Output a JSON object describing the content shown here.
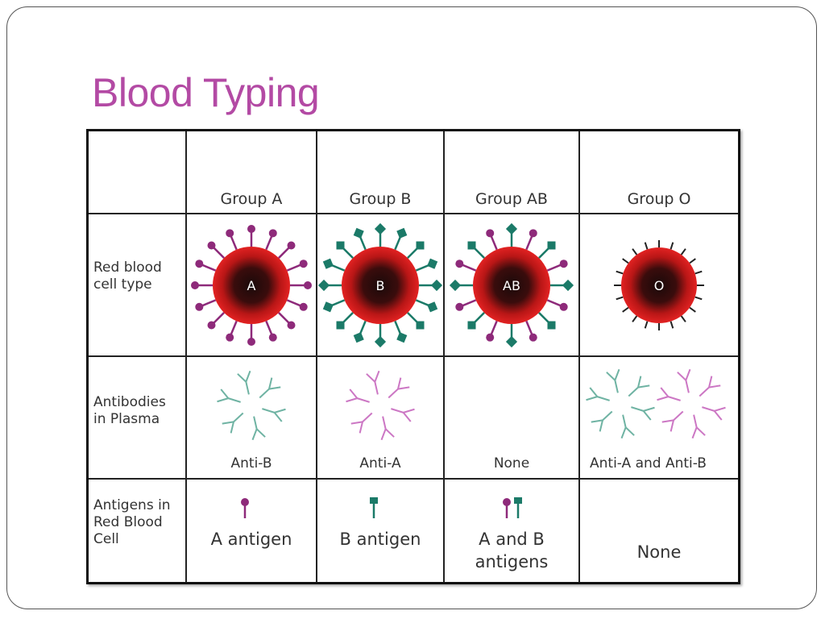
{
  "slide": {
    "title": "Blood Typing",
    "title_color": "#b34aa4"
  },
  "table": {
    "columns": [
      "Group A",
      "Group B",
      "Group AB",
      "Group O"
    ],
    "row_headers": {
      "cell_type": "Red blood\ncell type",
      "antibodies": "Antibodies\nin Plasma",
      "antigens": "Antigens in\nRed Blood\nCell"
    },
    "cells": {
      "group_a": {
        "cell_letter": "A",
        "antibodies": "Anti-B",
        "antigens": "A antigen"
      },
      "group_b": {
        "cell_letter": "B",
        "antibodies": "Anti-A",
        "antigens": "B antigen"
      },
      "group_ab": {
        "cell_letter": "AB",
        "antibodies": "None",
        "antigens": "A and B\nantigens"
      },
      "group_o": {
        "cell_letter": "O",
        "antibodies": "Anti-A and Anti-B",
        "antigens": "None"
      }
    }
  },
  "colors": {
    "cell_red": "#e22222",
    "cell_core": "#1a0a0a",
    "antigen_a": "#8e2a7a",
    "antigen_b": "#1b7a68",
    "anti_a_antibody": "#cc77c4",
    "anti_b_antibody": "#6fb3a3"
  }
}
